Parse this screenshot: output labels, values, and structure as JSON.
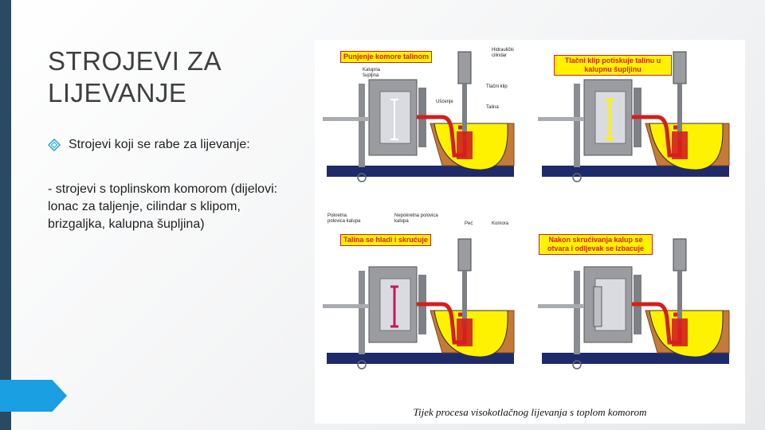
{
  "slide": {
    "title": "STROJEVI ZA LIJEVANJE",
    "bullet": "Strojevi koji se rabe za lijevanje:",
    "description": "- strojevi s toplinskom komorom (dijelovi: lonac za taljenje, cilindar s klipom, brizgaljka, kalupna šupljina)"
  },
  "figure": {
    "caption": "Tijek procesa visokotlačnog lijevanja s toplom komorom",
    "stages": [
      {
        "label": "Punjenje komore talinom"
      },
      {
        "label": "Tlačni klip potiskuje talinu u kalupnu šupljinu"
      },
      {
        "label": "Talina se hladi i skrućuje"
      },
      {
        "label": "Nakon skrućivanja kalup se otvara i odljevak se izbacuje"
      }
    ],
    "callouts": {
      "hydraulic_cylinder": "Hidraulički cilindar",
      "mold_cavity": "Kalupna šupljina",
      "pressure_piston": "Tlačni klip",
      "nozzle": "Ušćenje",
      "melt": "Talina",
      "movable_half": "Pokretna polovica kalupa",
      "fixed_half": "Nepokretna polovica kalupa",
      "furnace": "Peć",
      "chamber": "Komora"
    }
  },
  "colors": {
    "sidebar": "#2a4a63",
    "accent_tab": "#1a9fe2",
    "melt_yellow": "#fff200",
    "metal_red": "#d31f1f",
    "base_navy": "#1f2a6b",
    "brick": "#c47a3a"
  }
}
